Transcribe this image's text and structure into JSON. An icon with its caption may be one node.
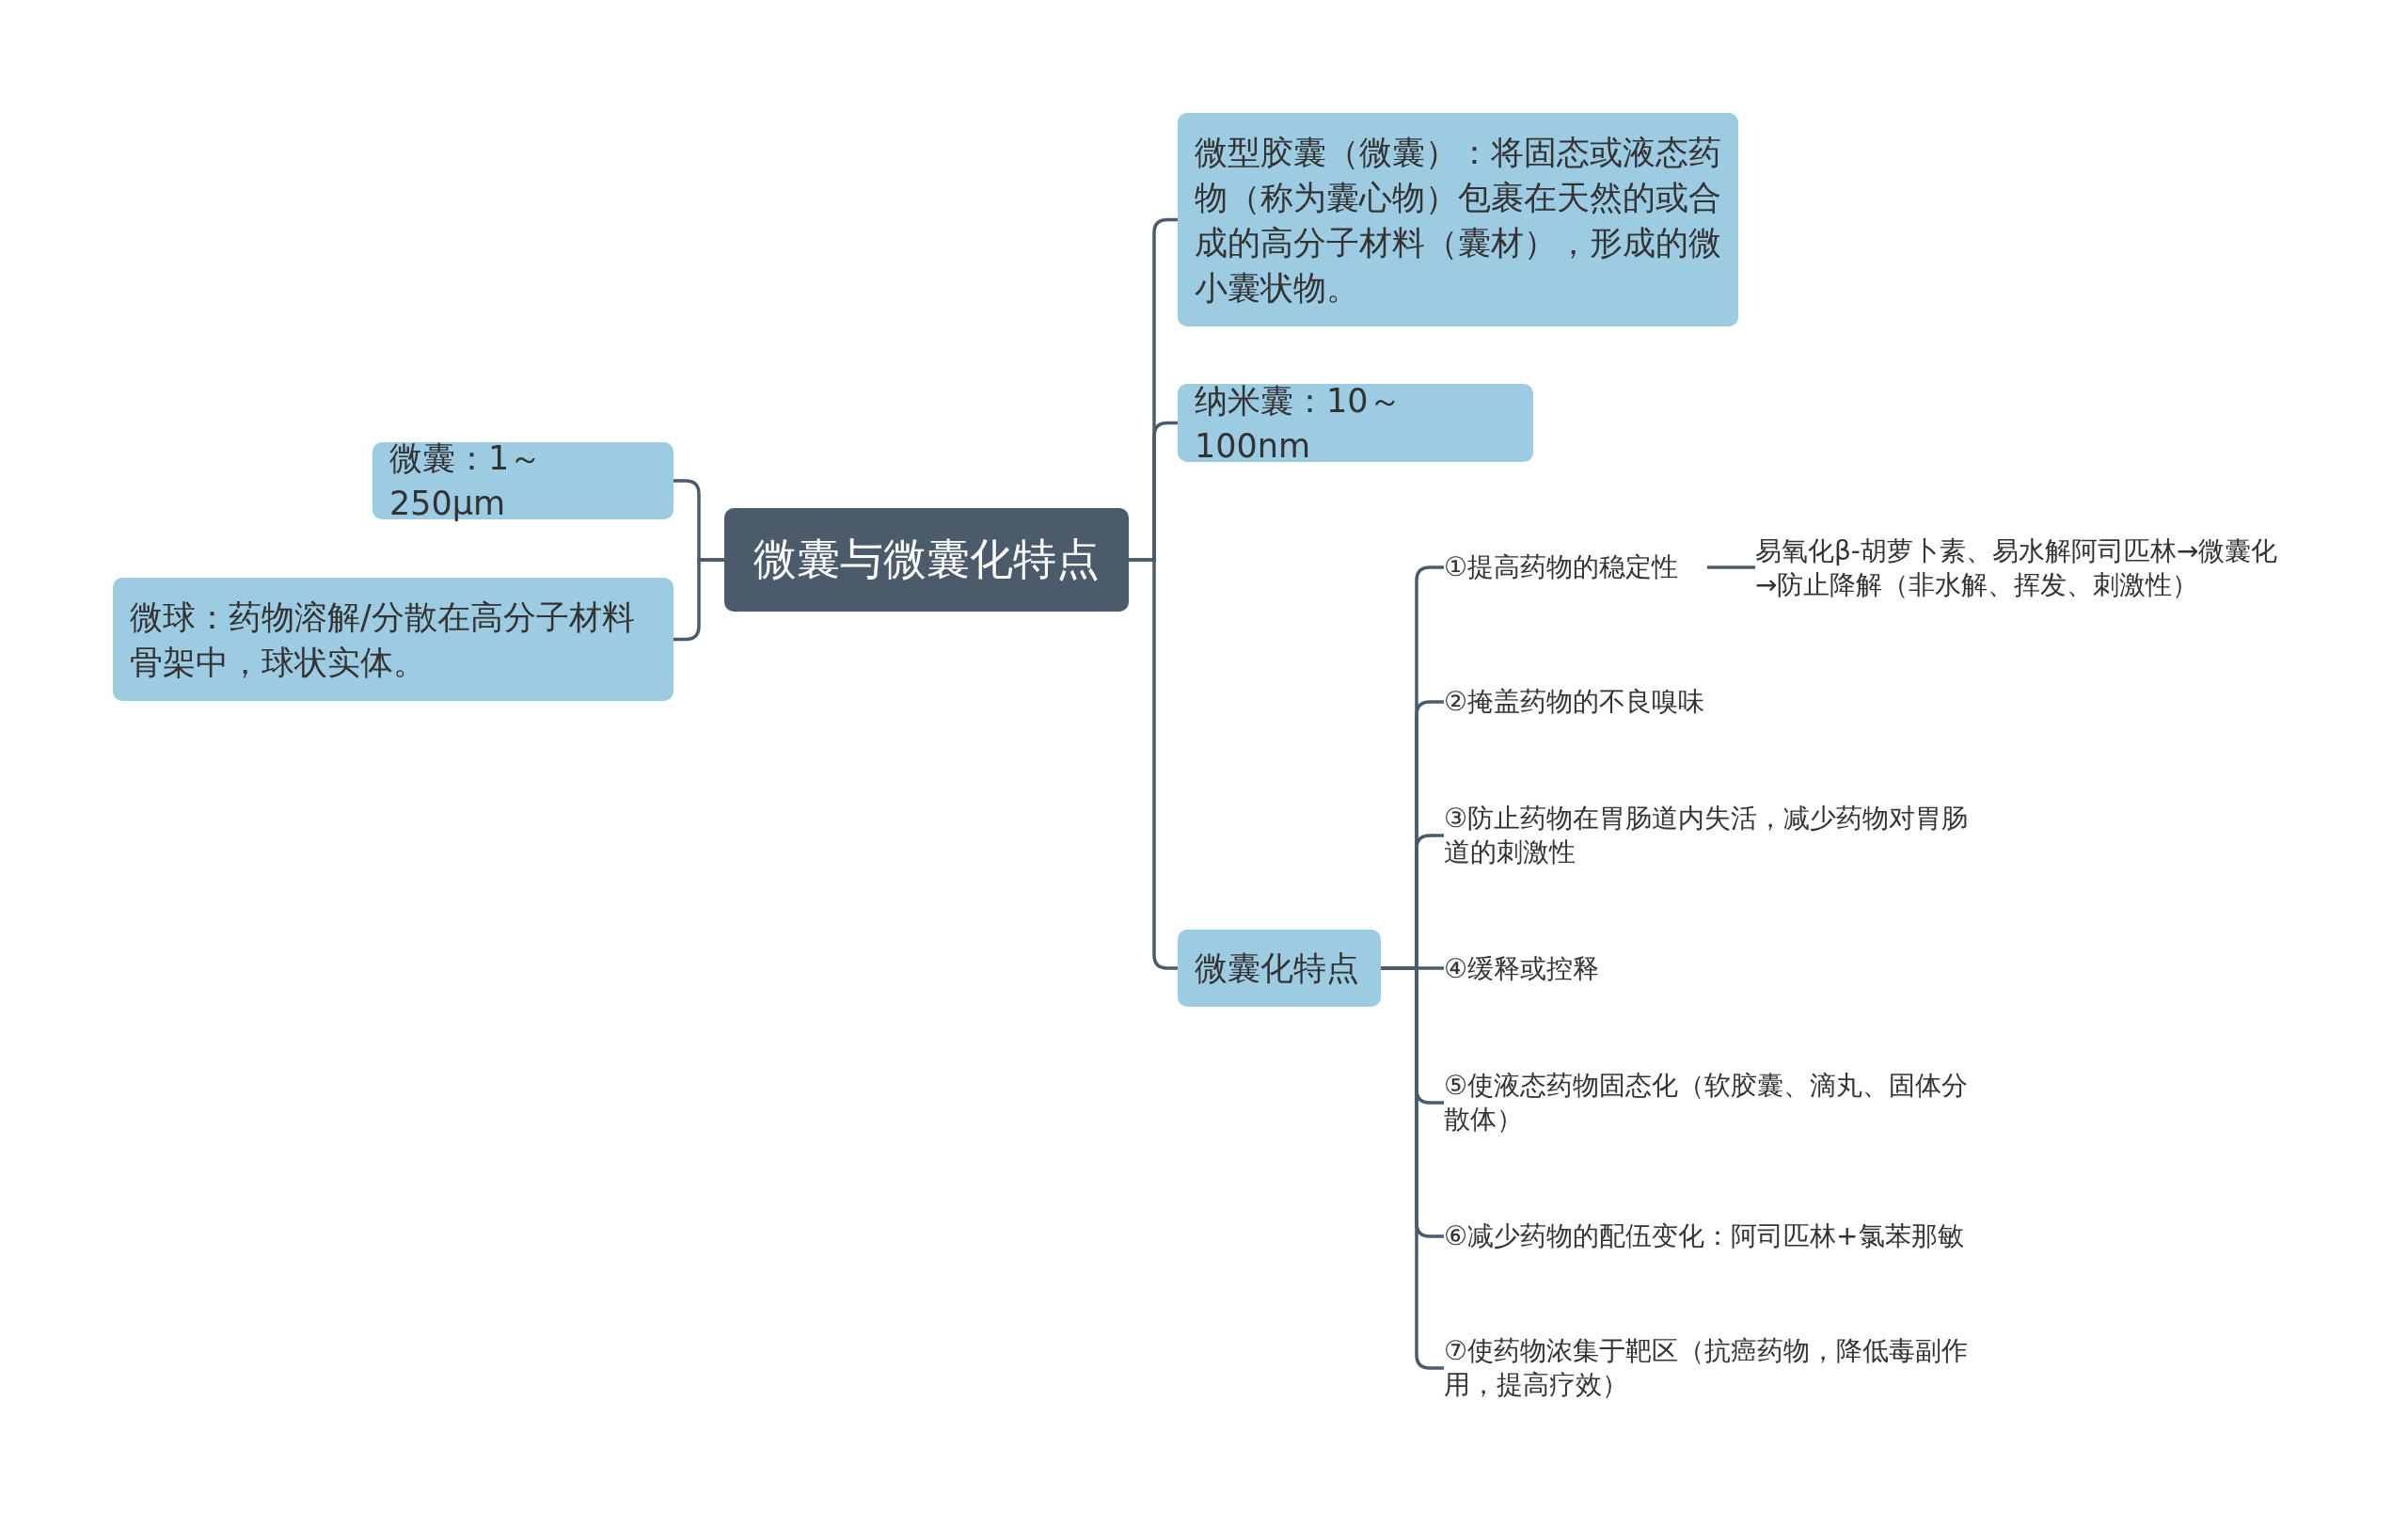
{
  "diagram": {
    "nodes": [
      {
        "text": [
          "微囊与微囊化特点"
        ]
      },
      {
        "text": [
          "微囊：1～250μm"
        ]
      },
      {
        "text": [
          "微球：药物溶解/分散在高分子材料骨架中，球状实体。"
        ]
      },
      {
        "text": [
          "微型胶囊（微囊）：将固态或液态药物（称为囊心物）包裹在天然的或合成的高分子材料（囊材），形成的微小囊状物。"
        ]
      },
      {
        "text": [
          "纳米囊：10～100nm"
        ]
      },
      {
        "text": [
          "微囊化特点"
        ]
      },
      {
        "text": [
          "①提高药物的稳定性"
        ]
      },
      {
        "text": [
          "易氧化β-胡萝卜素、易水解阿司匹林→微囊化→防止降解（非水解、挥发、刺激性）"
        ]
      },
      {
        "text": [
          "②掩盖药物的不良嗅味"
        ]
      },
      {
        "text": [
          "③防止药物在胃肠道内失活，减少药物对胃肠道的刺激性"
        ]
      },
      {
        "text": [
          "④缓释或控释"
        ]
      },
      {
        "text": [
          "⑤使液态药物固态化（软胶囊、滴丸、固体分散体）"
        ]
      },
      {
        "text": [
          "⑥减少药物的配伍变化：阿司匹林+氯苯那敏"
        ]
      },
      {
        "text": [
          "⑦使药物浓集于靶区（抗癌药物，降低毒副作用，提高疗效）"
        ]
      }
    ],
    "edges": [
      {
        "from": 0,
        "to": 1,
        "arrow": "none"
      },
      {
        "from": 0,
        "to": 2,
        "arrow": "none"
      },
      {
        "from": 0,
        "to": 3,
        "arrow": "none"
      },
      {
        "from": 0,
        "to": 4,
        "arrow": "none"
      },
      {
        "from": 0,
        "to": 5,
        "arrow": "none"
      },
      {
        "from": 5,
        "to": 6,
        "arrow": "none"
      },
      {
        "from": 6,
        "to": 7,
        "arrow": "none"
      },
      {
        "from": 5,
        "to": 8,
        "arrow": "none"
      },
      {
        "from": 5,
        "to": 9,
        "arrow": "none"
      },
      {
        "from": 5,
        "to": 10,
        "arrow": "none"
      },
      {
        "from": 5,
        "to": 11,
        "arrow": "none"
      },
      {
        "from": 5,
        "to": 12,
        "arrow": "none"
      },
      {
        "from": 5,
        "to": 13,
        "arrow": "none"
      }
    ]
  }
}
